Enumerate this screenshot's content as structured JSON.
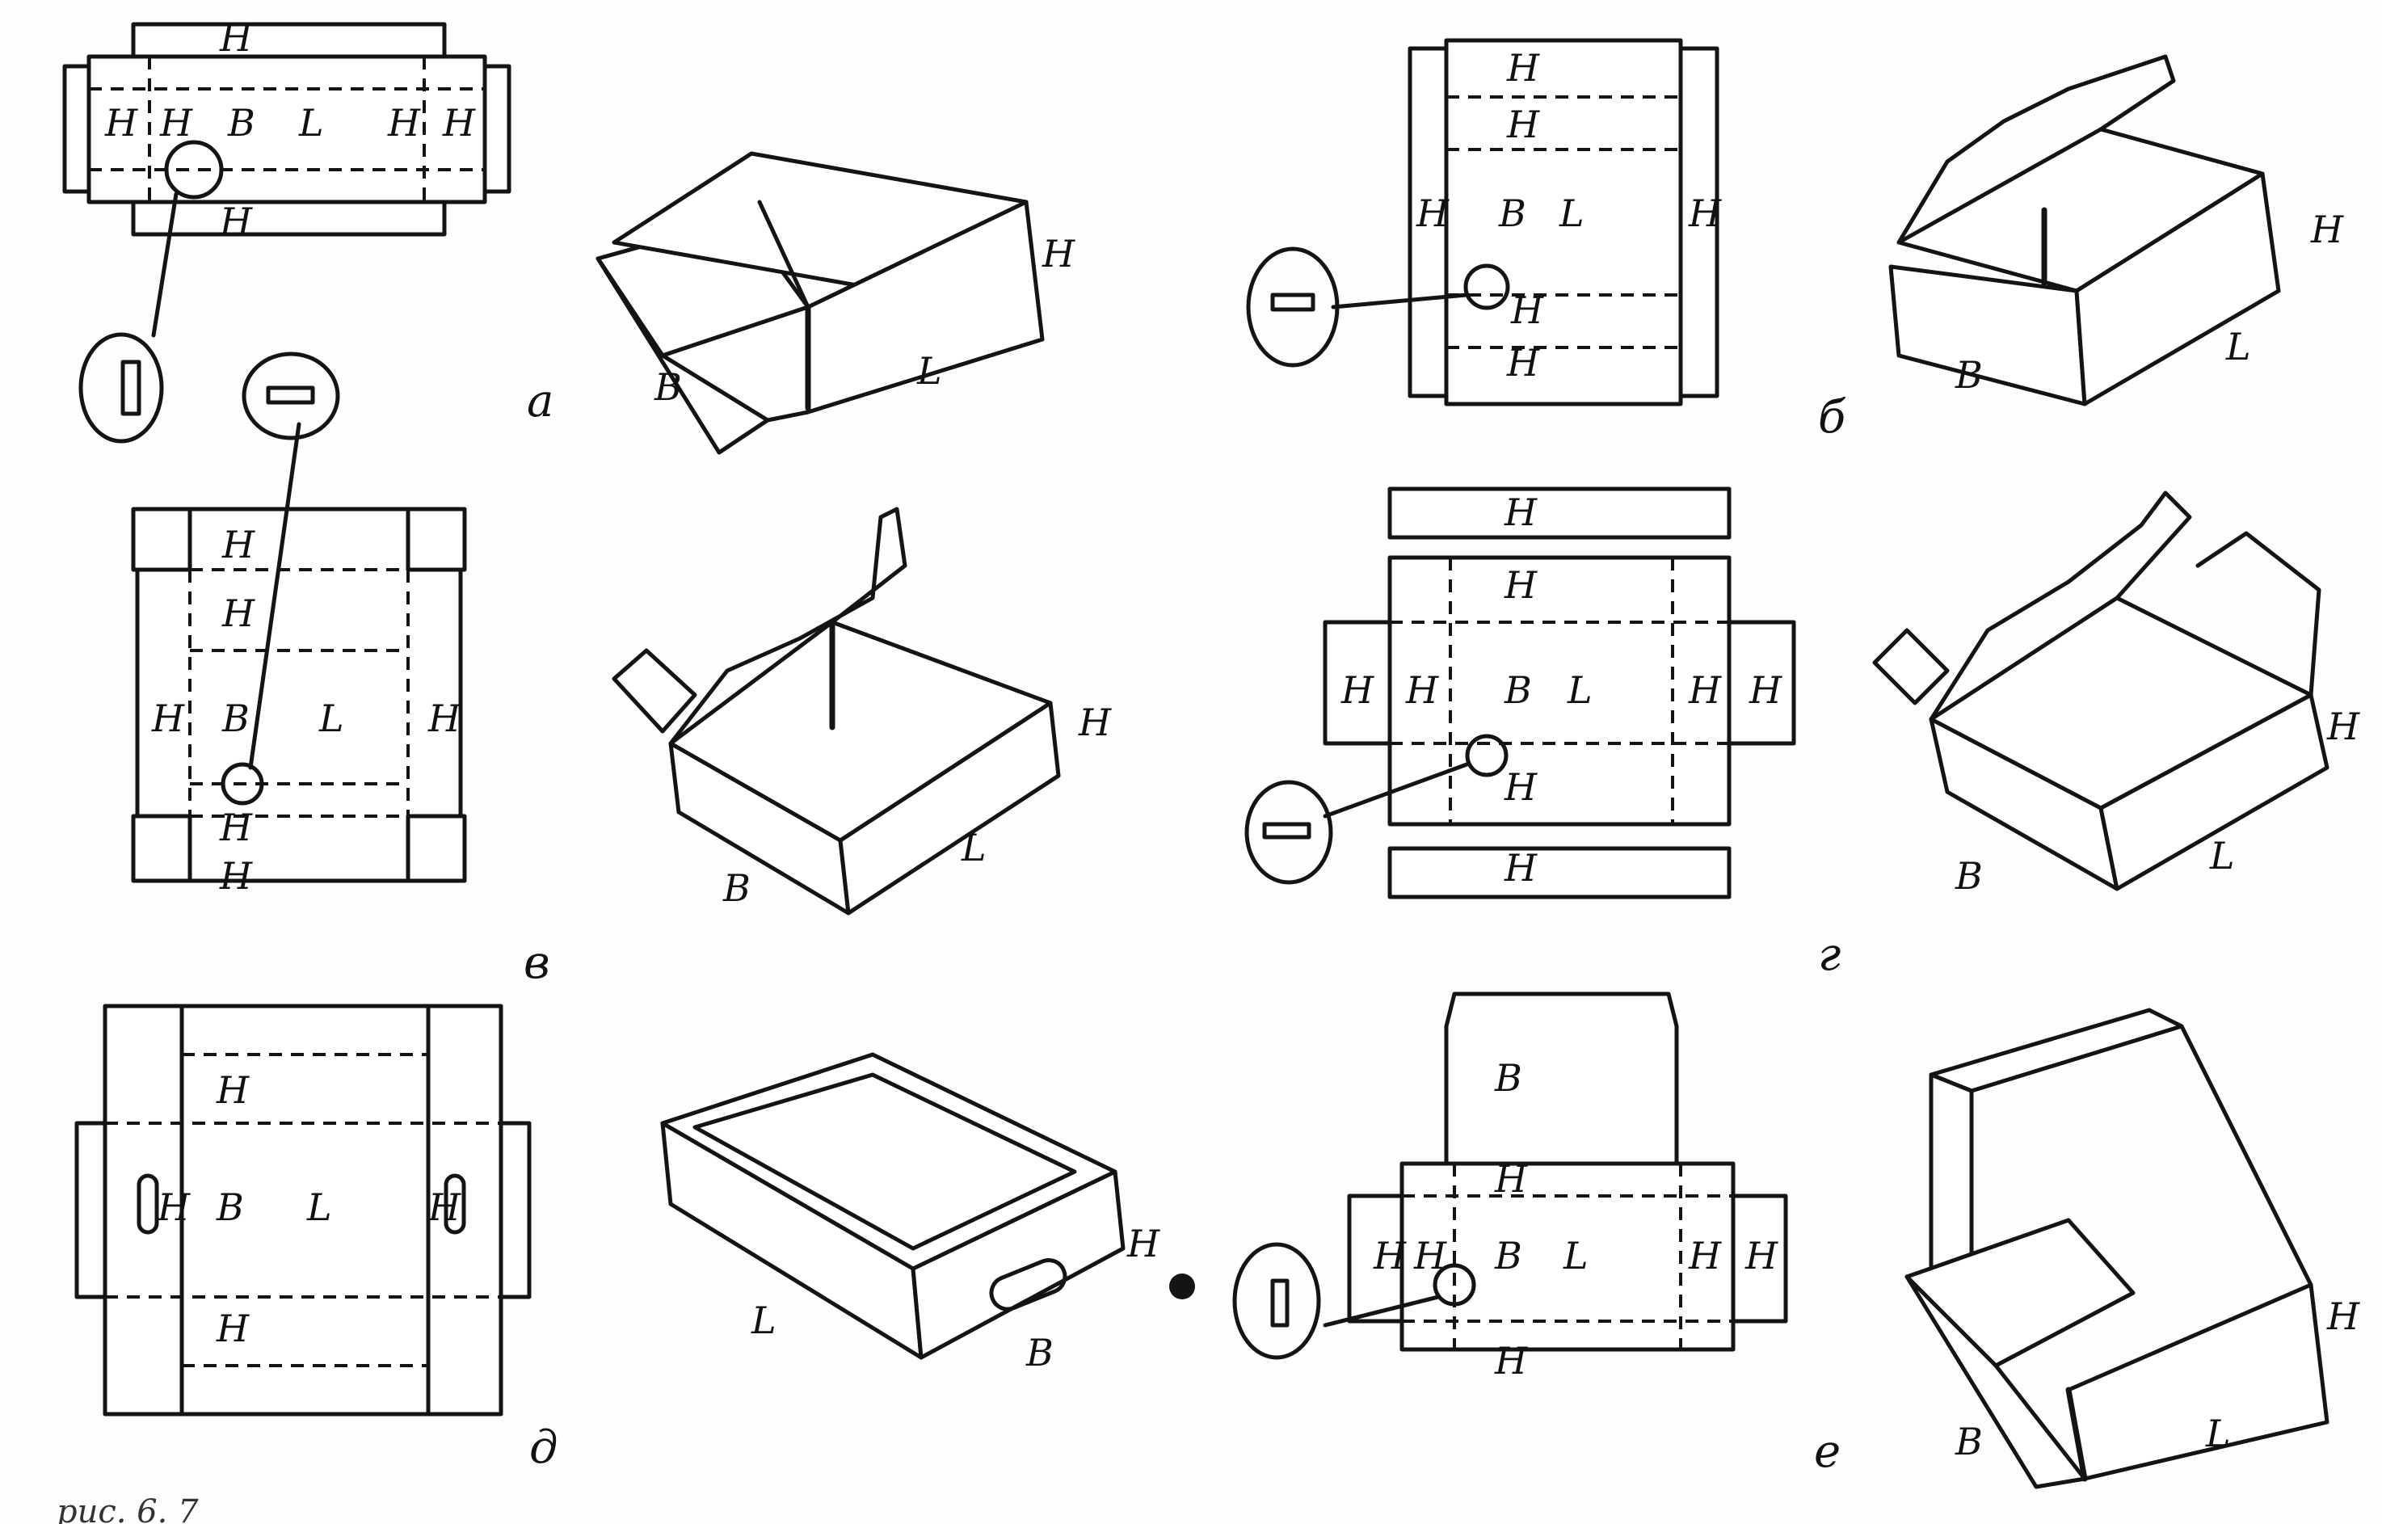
{
  "labels": {
    "height": "H",
    "width": "B",
    "length": "L"
  },
  "captions": [
    "а",
    "б",
    "в",
    "г",
    "д",
    "е"
  ],
  "footer_text": "рис. 6. 7",
  "colors": {
    "ink": "#141414",
    "paper": "#fdfdfb"
  }
}
